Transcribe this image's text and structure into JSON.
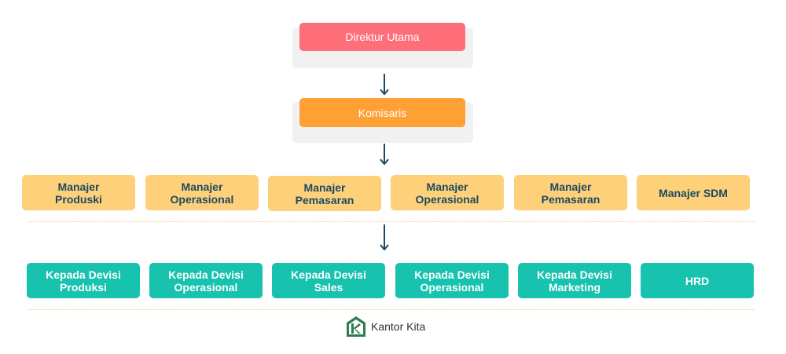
{
  "top": {
    "label": "Direktur Utama",
    "color": "#ff6f7a"
  },
  "second": {
    "label": "Komisaris",
    "color": "#ffa035"
  },
  "managers": [
    "Manajer\nProduski",
    "Manajer\nOperasional",
    "Manajer\nPemasaran",
    "Manajer\nOperasional",
    "Manajer\nPemasaran",
    "Manajer SDM"
  ],
  "divisions": [
    "Kepada Devisi\nProduksi",
    "Kepada Devisi\nOperasional",
    "Kepada Devisi\nSales",
    "Kepada Devisi\nOperasional",
    "Kepada Devisi\nMarketing",
    "HRD"
  ],
  "logo": {
    "text": "Kantor Kita",
    "icon": "kantor-kita-logo-icon"
  },
  "colors": {
    "manager": "#ffd07a",
    "division": "#17c2ae",
    "arrow": "#1c4a63",
    "text_dark": "#1c4a63"
  }
}
